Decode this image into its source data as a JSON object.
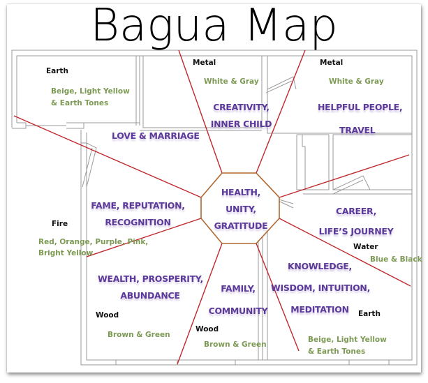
{
  "title": "Bagua Map",
  "center": {
    "lines": [
      "HEALTH,",
      "UNITY,",
      "GRATITUDE"
    ]
  },
  "areas": {
    "love": {
      "lines": [
        "LOVE & MARRIAGE"
      ]
    },
    "creativity": {
      "lines": [
        "CREATIVITY,",
        "INNER CHILD"
      ]
    },
    "helpful": {
      "lines": [
        "HELPFUL PEOPLE,",
        "TRAVEL"
      ]
    },
    "fame": {
      "lines": [
        "FAME, REPUTATION,",
        "RECOGNITION"
      ]
    },
    "career": {
      "lines": [
        "CAREER,",
        "LIFE’S JOURNEY"
      ]
    },
    "wealth": {
      "lines": [
        "WEALTH, PROSPERITY,",
        "ABUNDANCE"
      ]
    },
    "family": {
      "lines": [
        "FAMILY,",
        "COMMUNITY"
      ]
    },
    "knowledge": {
      "lines": [
        "KNOWLEDGE,",
        "WISDOM, INTUITION,",
        "MEDITATION"
      ]
    }
  },
  "elements": {
    "love": {
      "element": "Earth",
      "colors": [
        "Beige, Light Yellow",
        "& Earth Tones"
      ]
    },
    "creativity": {
      "element": "Metal",
      "colors": [
        "White & Gray"
      ]
    },
    "helpful": {
      "element": "Metal",
      "colors": [
        "White & Gray"
      ]
    },
    "fame": {
      "element": "Fire",
      "colors": [
        "Red, Orange, Purple, Pink,",
        "Bright Yellow"
      ]
    },
    "career": {
      "element": "Water",
      "colors": [
        "Blue & Black"
      ]
    },
    "wealth": {
      "element": "Wood",
      "colors": [
        "Brown & Green"
      ]
    },
    "family": {
      "element": "Wood",
      "colors": [
        "Brown & Green"
      ]
    },
    "knowledge": {
      "element": "Earth",
      "colors": [
        "Beige, Light Yellow",
        "& Earth Tones"
      ]
    }
  },
  "colors": {
    "area_text": "#5b3a9a",
    "element_text": "#111111",
    "color_text": "#7d9a55",
    "divider_lines": "#c0282d",
    "octagon": "#b0672f",
    "walls": "#9a9a9a"
  }
}
